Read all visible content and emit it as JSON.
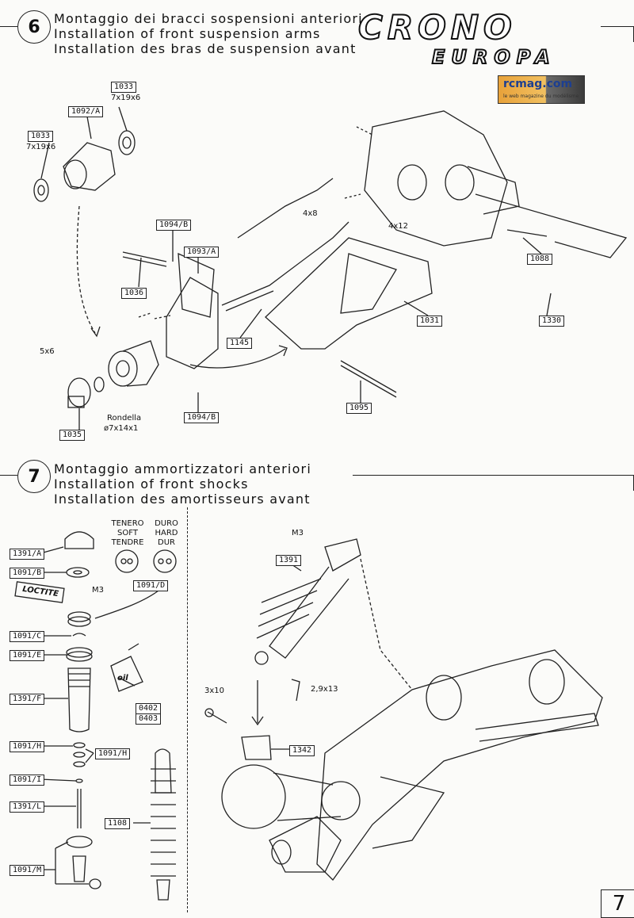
{
  "brand": {
    "logo_line1": "CRONO",
    "logo_line2": "EUROPA",
    "rcmag": "rcmag.com",
    "rcmag_tagline": "le web magazine du modélisme"
  },
  "page_number": "7",
  "step6": {
    "number": "6",
    "title_it": "Montaggio dei bracci sospensioni anteriori",
    "title_en": "Installation of front suspension arms",
    "title_fr": "Installation des bras de suspension avant",
    "parts": [
      "1033",
      "1092/A",
      "1033",
      "1094/B",
      "1093/A",
      "1036",
      "1145",
      "1031",
      "1088",
      "1330",
      "1095",
      "1035",
      "1094/B"
    ],
    "labels": [
      "7x19x6",
      "7x19x6",
      "4x8",
      "4x12",
      "5x6",
      "Rondella",
      "ø7x14x1"
    ]
  },
  "step7": {
    "number": "7",
    "title_it": "Montaggio ammortizzatori anteriori",
    "title_en": "Installation of front shocks",
    "title_fr": "Installation des amortisseurs avant",
    "tenero": [
      "TENERO",
      "SOFT",
      "TENDRE"
    ],
    "duro": [
      "DURO",
      "HARD",
      "DUR"
    ],
    "parts": [
      "1391/A",
      "1091/B",
      "1091/D",
      "1091/C",
      "1091/E",
      "1391/F",
      "0402",
      "0403",
      "1091/H",
      "1091/H",
      "1091/I",
      "1391/L",
      "1108",
      "1091/M",
      "1391",
      "1342"
    ],
    "labels": [
      "M3",
      "M3",
      "2,9x13",
      "3x10"
    ],
    "loctite": "LOCTITE",
    "oil": "oil"
  }
}
